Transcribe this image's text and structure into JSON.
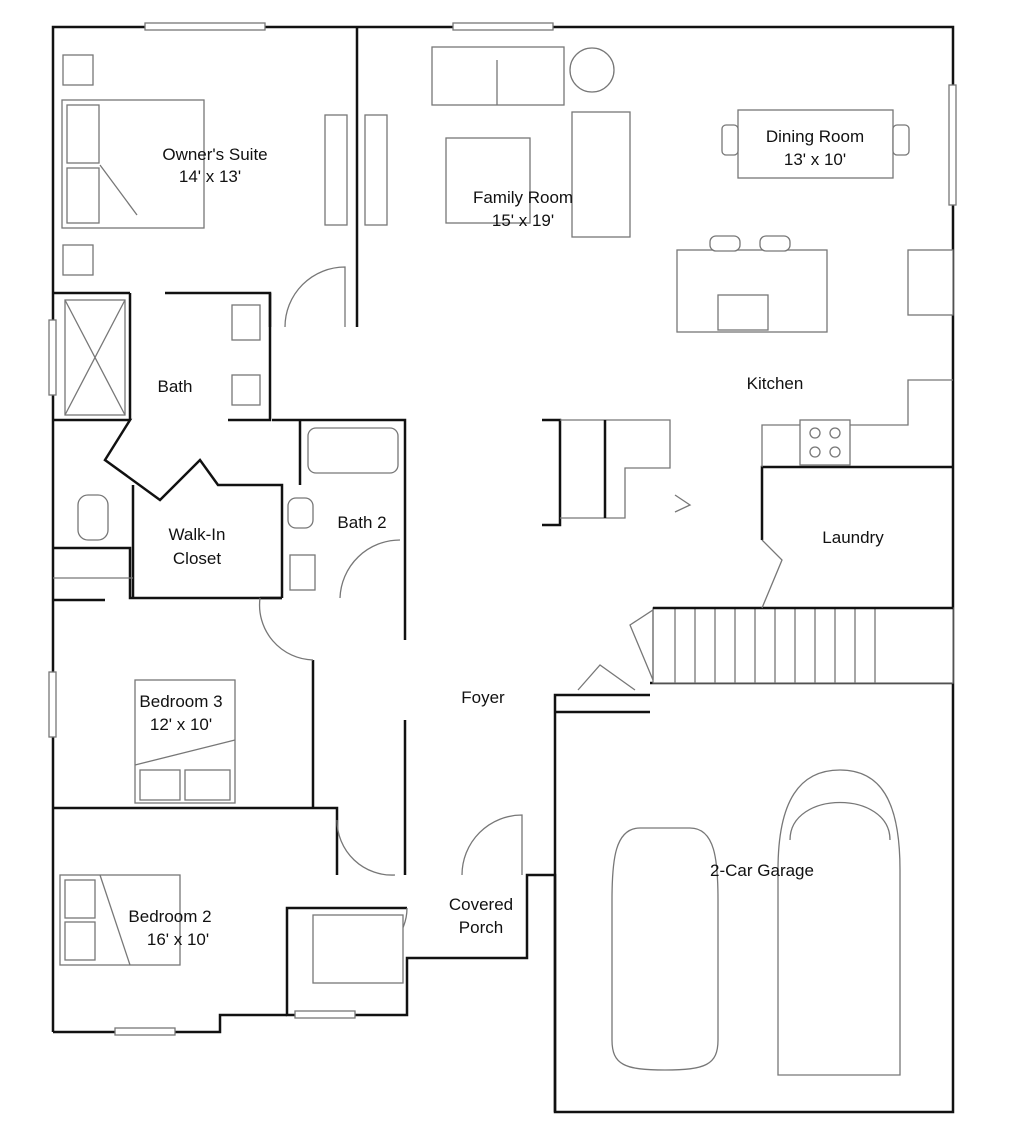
{
  "plan": {
    "rooms": {
      "owners_suite": {
        "name": "Owner's Suite",
        "size": "14' x 13'"
      },
      "family_room": {
        "name": "Family Room",
        "size": "15' x 19'"
      },
      "dining_room": {
        "name": "Dining Room",
        "size": "13' x 10'"
      },
      "kitchen": {
        "name": "Kitchen"
      },
      "bath": {
        "name": "Bath"
      },
      "walk_in_closet": {
        "line1": "Walk-In",
        "line2": "Closet"
      },
      "bath_2": {
        "name": "Bath 2"
      },
      "laundry": {
        "name": "Laundry"
      },
      "foyer": {
        "name": "Foyer"
      },
      "bedroom_3": {
        "name": "Bedroom 3",
        "size": "12' x 10'"
      },
      "bedroom_2": {
        "name": "Bedroom 2",
        "size": "16' x 10'"
      },
      "covered_porch": {
        "line1": "Covered",
        "line2": "Porch"
      },
      "garage": {
        "name": "2-Car Garage"
      }
    }
  }
}
